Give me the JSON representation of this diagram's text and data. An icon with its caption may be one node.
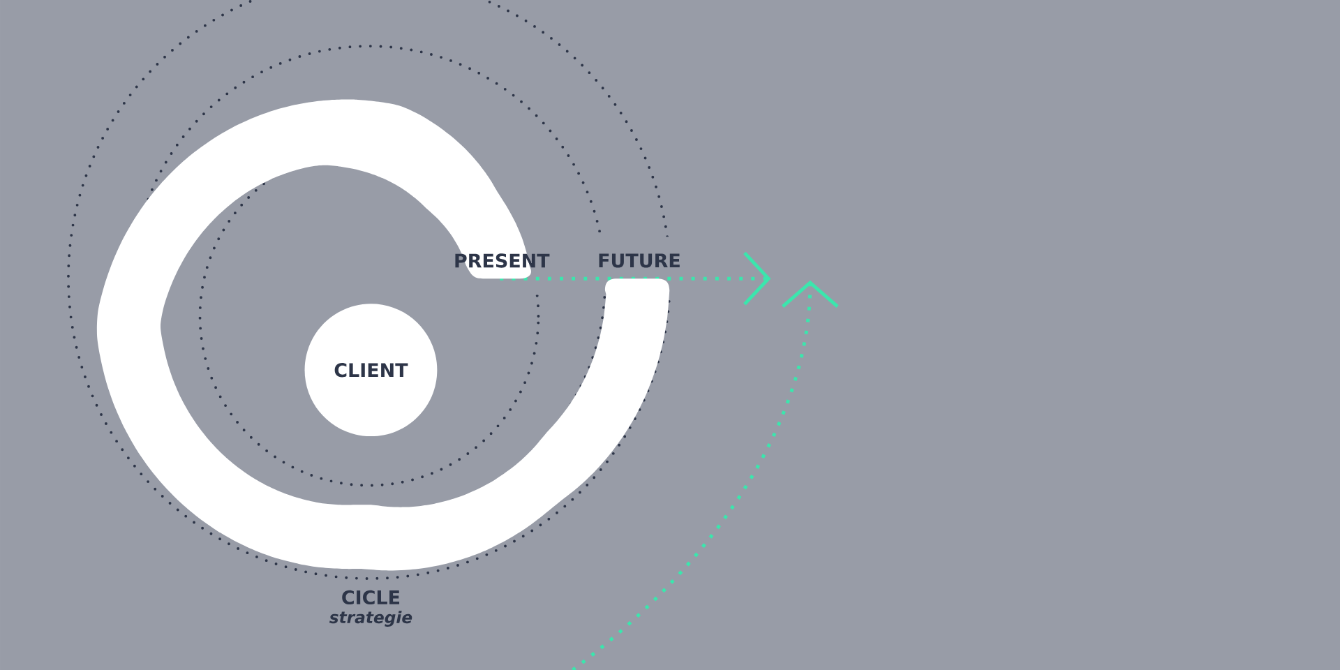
{
  "diagram": {
    "nodes": [
      {
        "text": [
          "CLIENT"
        ]
      },
      {
        "text": [
          "PRESENT"
        ]
      },
      {
        "text": [
          "FUTURE"
        ]
      }
    ],
    "labels": [
      "CICLE",
      "strategie"
    ]
  }
}
